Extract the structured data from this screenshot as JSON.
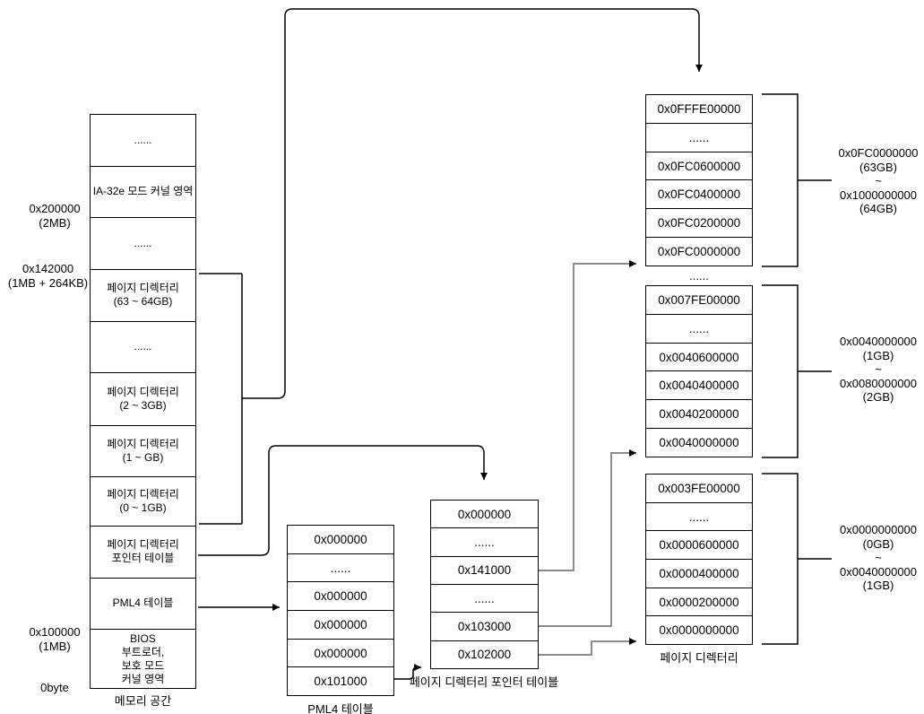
{
  "diagram": {
    "title_hint": "IA-32e paging structure diagram",
    "memory_column": {
      "caption": "메모리 공간",
      "rows": [
        "......",
        "IA-32e 모드 커널 영역",
        "......",
        "페이지 디렉터리\n(63 ~ 64GB)",
        "......",
        "페이지 디렉터리\n(2 ~ 3GB)",
        "페이지 디렉터리\n(1 ~ GB)",
        "페이지 디렉터리\n(0 ~ 1GB)",
        "페이지 디렉터리\n포인터 테이블",
        "PML4 테이블",
        "BIOS\n부트로더,\n보호 모드\n커널 영역"
      ],
      "side_labels": [
        "0x200000\n(2MB)",
        "0x142000\n(1MB + 264KB)",
        "0x100000\n(1MB)",
        "0byte"
      ]
    },
    "pml4_table": {
      "caption": "PML4 테이블",
      "rows": [
        "0x000000",
        "......",
        "0x000000",
        "0x000000",
        "0x000000",
        "0x101000"
      ]
    },
    "pdpt_table": {
      "caption": "페이지 디렉터리 포인터 테이블",
      "rows": [
        "0x000000",
        "......",
        "0x141000",
        "......",
        "0x103000",
        "0x102000"
      ]
    },
    "page_directories": {
      "caption": "페이지 디렉터리",
      "gap_ellipsis": "......",
      "blocks": [
        {
          "rows": [
            "0x0FFFE00000",
            "......",
            "0x0FC0600000",
            "0x0FC0400000",
            "0x0FC0200000",
            "0x0FC0000000"
          ],
          "range_label": "0x0FC0000000\n(63GB)\n~\n0x1000000000\n(64GB)"
        },
        {
          "rows": [
            "0x007FE00000",
            "......",
            "0x0040600000",
            "0x0040400000",
            "0x0040200000",
            "0x0040000000"
          ],
          "range_label": "0x0040000000\n(1GB)\n~\n0x0080000000\n(2GB)"
        },
        {
          "rows": [
            "0x003FE00000",
            "......",
            "0x0000600000",
            "0x0000400000",
            "0x0000200000",
            "0x0000000000"
          ],
          "range_label": "0x0000000000\n(0GB)\n~\n0x0040000000\n(1GB)"
        }
      ]
    },
    "colors": {
      "background": "#ffffff",
      "line": "#000000",
      "gray_line": "#8c8c8c",
      "box_border": "#000000"
    }
  }
}
